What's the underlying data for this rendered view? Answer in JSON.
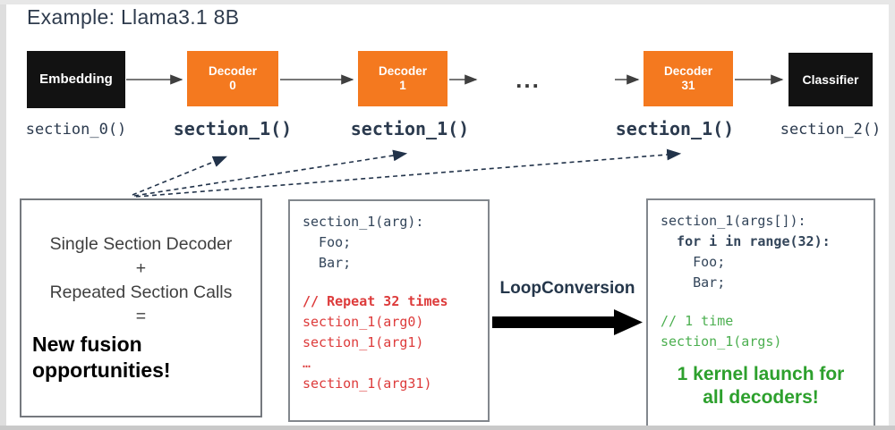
{
  "title": "Example: Llama3.1 8B",
  "pipeline": {
    "blocks": [
      {
        "label": "Embedding",
        "section_label": "section_0()"
      },
      {
        "label": "Decoder",
        "number": "0",
        "section_label": "section_1()"
      },
      {
        "label": "Decoder",
        "number": "1",
        "section_label": "section_1()"
      },
      {
        "label": "Decoder",
        "number": "31",
        "section_label": "section_1()"
      },
      {
        "label": "Classifier",
        "section_label": "section_2()"
      }
    ],
    "ellipsis": "..."
  },
  "fusion_note": {
    "lines": [
      "Single Section Decoder",
      "+",
      "Repeated Section Calls",
      "="
    ],
    "headline": [
      "New fusion",
      "opportunities!"
    ]
  },
  "repeated_code_box": {
    "lines": [
      "section_1(arg):",
      "  Foo;",
      "  Bar;",
      "",
      "// Repeat 32 times",
      "section_1(arg0)",
      "section_1(arg1)",
      "…",
      "section_1(arg31)"
    ]
  },
  "transform": {
    "label": "LoopConversion"
  },
  "loop_code_box": {
    "lines": [
      "section_1(args[]):",
      "  for i in range(32):",
      "    Foo;",
      "    Bar;",
      "",
      "// 1 time",
      "section_1(args)"
    ],
    "callout": [
      "1 kernel launch for",
      "all decoders!"
    ]
  },
  "colors": {
    "orange": "#F4791F",
    "block_black": "#121212",
    "navy_text": "#2b3a4e",
    "code_navy": "#33455a",
    "code_red": "#dd3b3b",
    "code_green": "#4caf50",
    "callout_green": "#2da02d",
    "panel_border": "#82878d"
  }
}
